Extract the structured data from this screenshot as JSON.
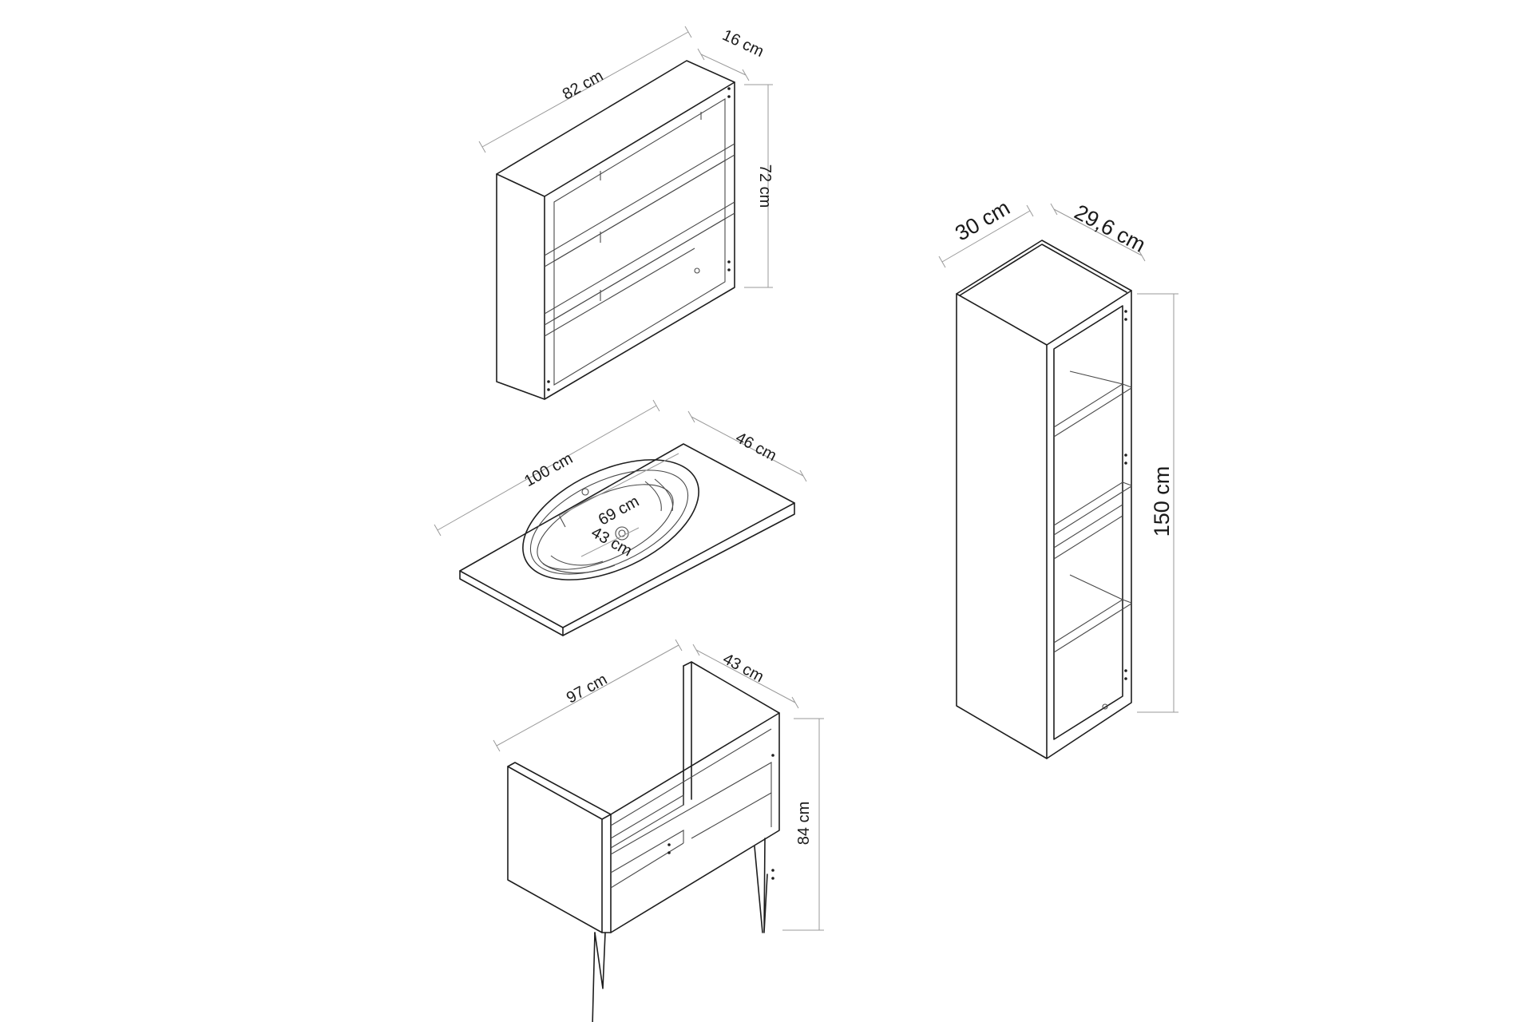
{
  "components": {
    "wall_shelf": {
      "width_label": "82 cm",
      "depth_label": "16 cm",
      "height_label": "72 cm"
    },
    "washbasin_top": {
      "width_label": "100 cm",
      "depth_label": "46 cm",
      "basin_length_label": "69 cm",
      "basin_width_label": "43 cm"
    },
    "base_cabinet": {
      "width_label": "97 cm",
      "depth_label": "43 cm",
      "height_label": "84 cm"
    },
    "tall_cabinet": {
      "width_label": "30 cm",
      "depth_label": "29,6 cm",
      "height_label": "150 cm"
    }
  }
}
